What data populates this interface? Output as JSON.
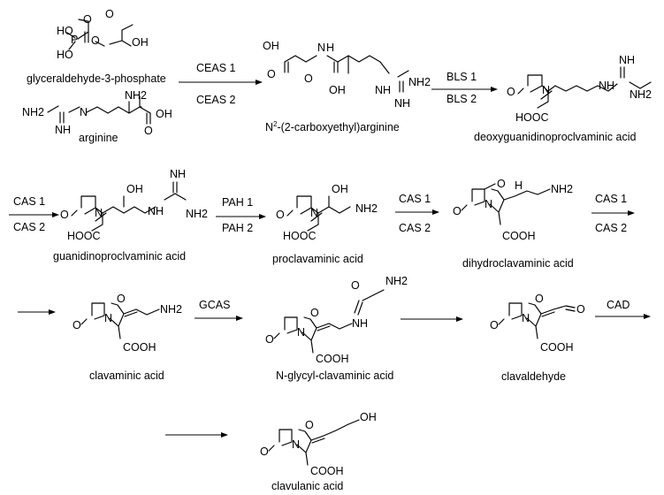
{
  "compounds": {
    "g3p": "glyceraldehyde-3-phosphate",
    "arginine": "arginine",
    "n2cea_pre": "N",
    "n2cea_sup": "2",
    "n2cea_post": "-(2-carboxyethyl)arginine",
    "dgpc": "deoxyguanidinoproclvaminic acid",
    "gpc": "guanidinoproclvaminic acid",
    "proclavaminic": "proclavaminic acid",
    "dihydroclavaminic": "dihydroclavaminic acid",
    "clavaminic": "clavaminic acid",
    "nglycyl": "N-glycyl-clavaminic acid",
    "clavaldehyde": "clavaldehyde",
    "clavulanic": "clavulanic acid"
  },
  "enzymes": {
    "ceas1": "CEAS 1",
    "ceas2": "CEAS 2",
    "bls1": "BLS 1",
    "bls2": "BLS 2",
    "cas1_a": "CAS 1",
    "cas2_a": "CAS 2",
    "pah1": "PAH 1",
    "pah2": "PAH 2",
    "cas1_b": "CAS 1",
    "cas2_b": "CAS 2",
    "cas1_c": "CAS 1",
    "cas2_c": "CAS 2",
    "gcas": "GCAS",
    "cad": "CAD"
  },
  "atoms": {
    "O": "O",
    "OH": "OH",
    "HO": "HO",
    "P": "P",
    "N": "N",
    "NH": "NH",
    "NH2": "NH2",
    "H": "H",
    "COOH": "COOH",
    "HOOC": "HOOC"
  }
}
